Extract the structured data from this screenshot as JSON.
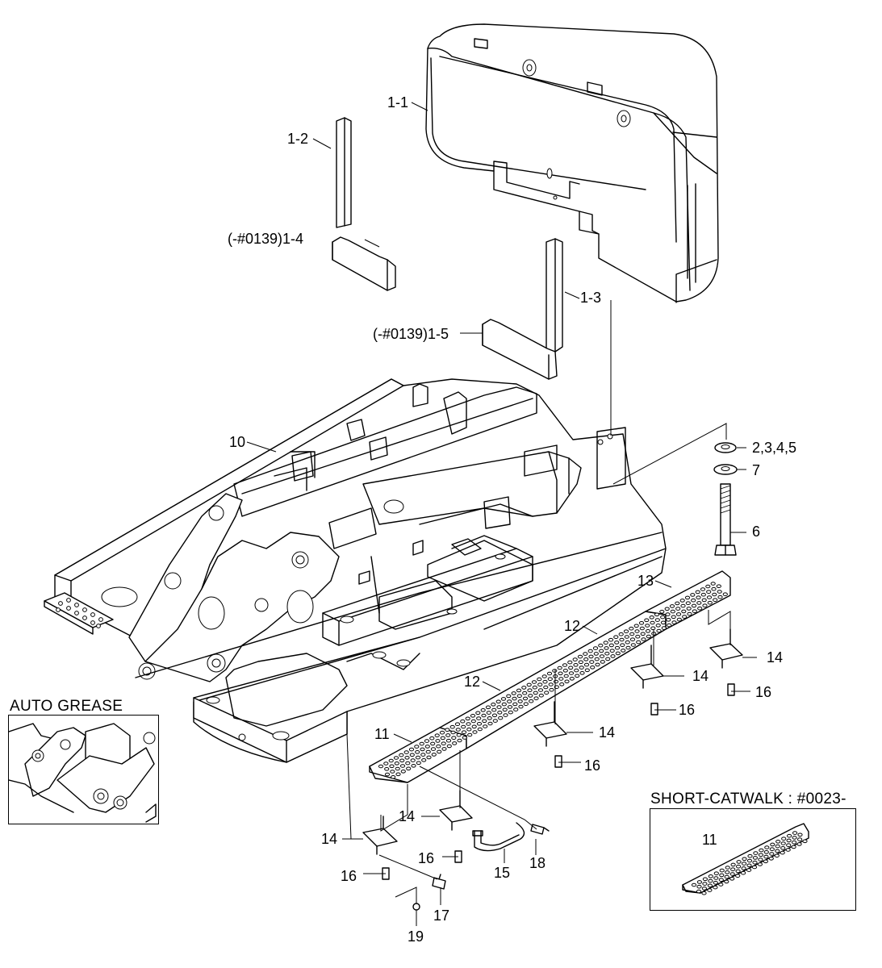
{
  "callouts": {
    "c1_1": "1-1",
    "c1_2": "1-2",
    "c1_3": "1-3",
    "c1_4": "(-#0139)1-4",
    "c1_5": "(-#0139)1-5",
    "c10": "10",
    "c2345": "2,3,4,5",
    "c7": "7",
    "c6": "6",
    "c13": "13",
    "c12a": "12",
    "c12b": "12",
    "c11": "11",
    "c14a": "14",
    "c14b": "14",
    "c14c": "14",
    "c14d": "14",
    "c14e": "14",
    "c16a": "16",
    "c16b": "16",
    "c16c": "16",
    "c16d": "16",
    "c16e": "16",
    "c15": "15",
    "c17": "17",
    "c18": "18",
    "c19": "19"
  },
  "insets": {
    "auto_grease": {
      "title": "AUTO GREASE"
    },
    "short_catwalk": {
      "title": "SHORT-CATWALK : #0023-",
      "part": "11"
    }
  }
}
